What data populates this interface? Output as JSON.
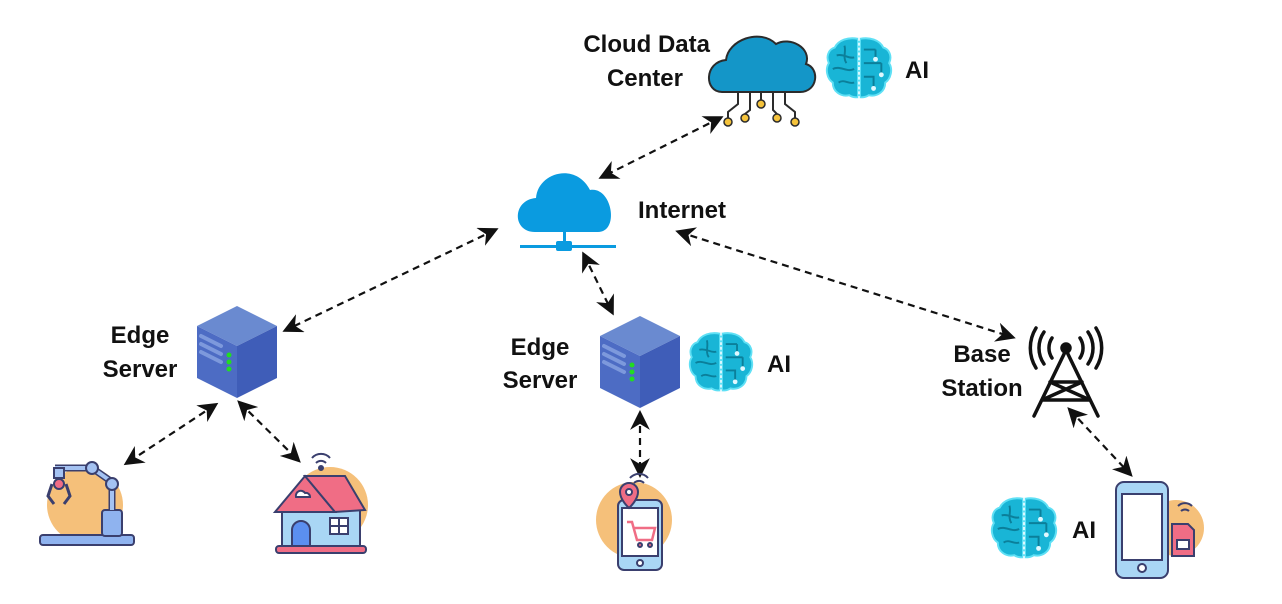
{
  "labels": {
    "cloud_line1": "Cloud Data",
    "cloud_line2": "Center",
    "cloud_ai": "AI",
    "internet": "Internet",
    "edge1_line1": "Edge",
    "edge1_line2": "Server",
    "edge2_line1": "Edge",
    "edge2_line2": "Server",
    "edge2_ai": "AI",
    "base_line1": "Base",
    "base_line2": "Station",
    "phone_ai": "AI"
  },
  "colors": {
    "cloud_dc": "#1496c8",
    "internet_cloud": "#0a9be0",
    "server_top": "#6a8ad0",
    "server_side": "#3f5db8",
    "server_led": "#22dd22",
    "brain": "#19b5d6",
    "device_bg": "#f5c07a",
    "roof": "#f06d85",
    "wall": "#a9d6f5"
  },
  "icons": [
    "cloud-data-center-icon",
    "ai-brain-icon",
    "internet-cloud-icon",
    "edge-server-icon",
    "base-station-tower-icon",
    "robot-arm-icon",
    "smart-home-icon",
    "shopping-phone-icon",
    "smartphone-icon"
  ]
}
